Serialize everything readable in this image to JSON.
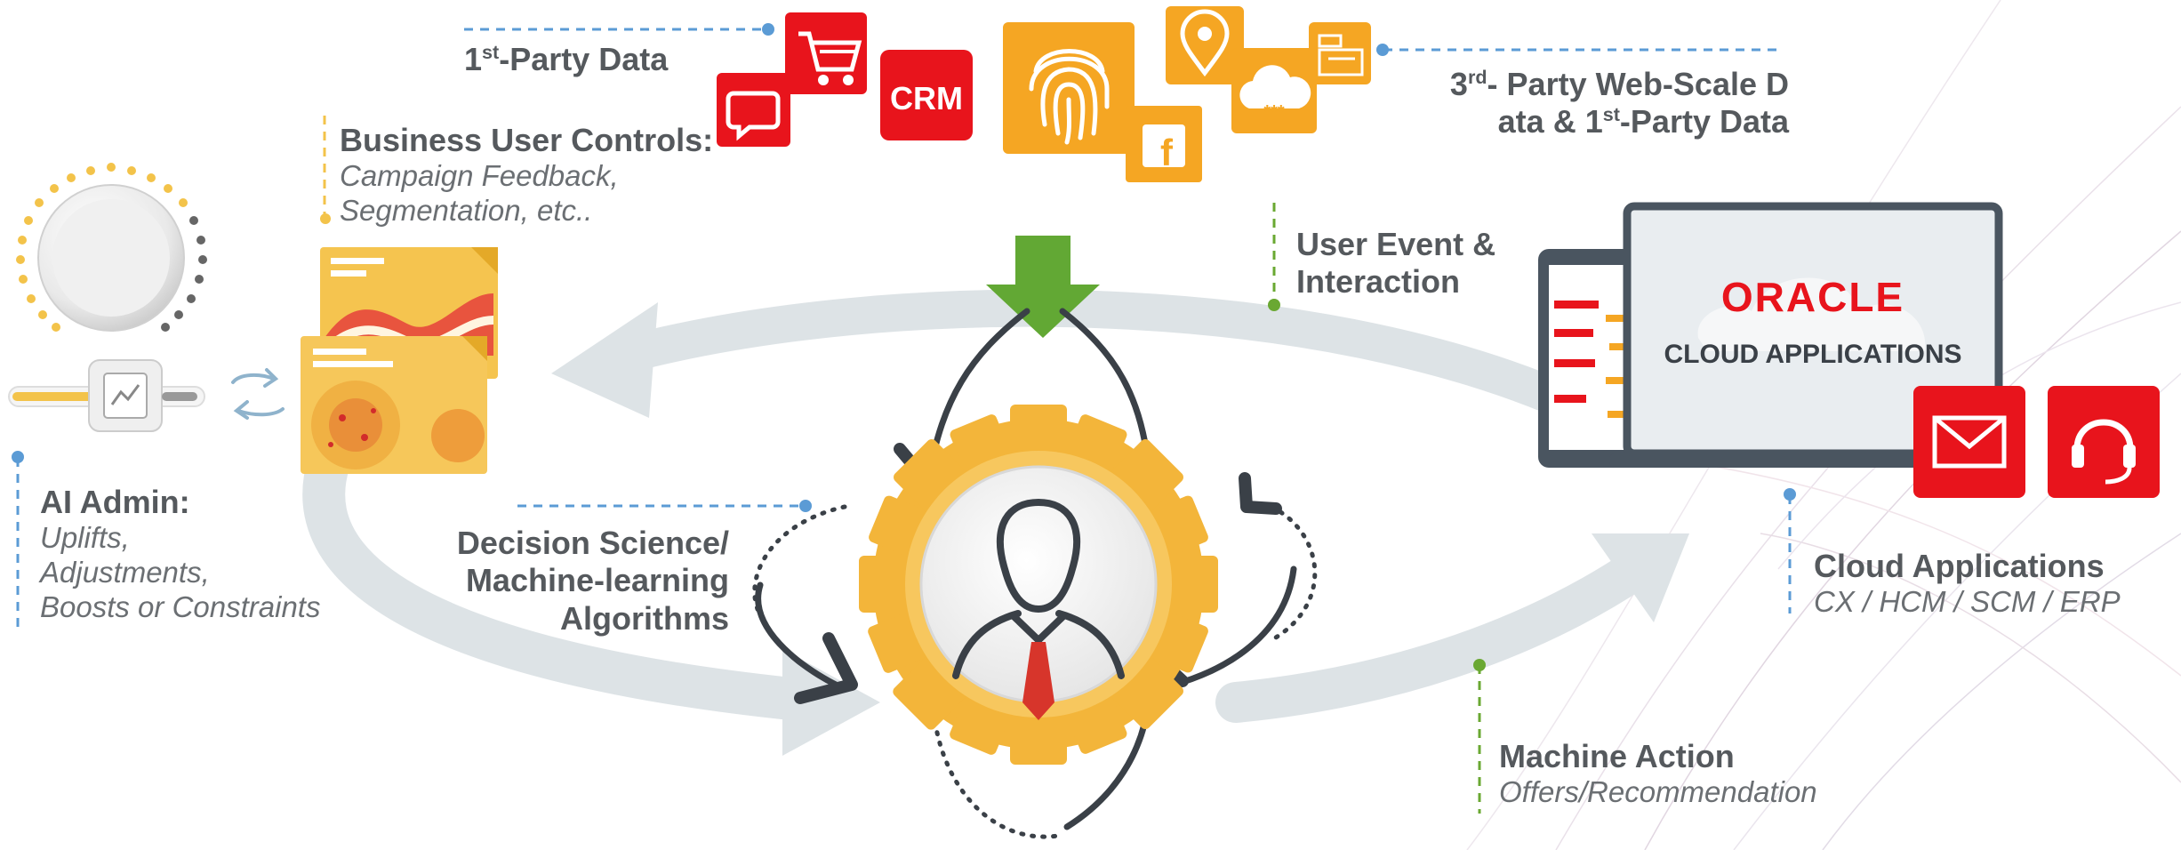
{
  "labels": {
    "first_party": {
      "base": "1",
      "sup": "st",
      "rest": "-Party Data"
    },
    "third_party": {
      "line1_base": "3",
      "line1_sup": "rd",
      "line1_rest": "- Party Web-Scale D",
      "line2_base": "ata & 1",
      "line2_sup": "st",
      "line2_rest": "-Party Data"
    },
    "business_user": {
      "title": "Business User Controls:",
      "line1": "Campaign Feedback,",
      "line2": "Segmentation, etc.."
    },
    "user_event": {
      "line1": "User Event &",
      "line2": "Interaction"
    },
    "ai_admin": {
      "title": "AI Admin:",
      "line1": "Uplifts,",
      "line2": "Adjustments,",
      "line3": "Boosts or Constraints"
    },
    "decision_science": {
      "line1": "Decision Science/",
      "line2": "Machine-learning",
      "line3": "Algorithms"
    },
    "cloud_apps": {
      "title": "Cloud Applications",
      "subtitle": "CX / HCM / SCM / ERP"
    },
    "machine_action": {
      "title": "Machine Action",
      "subtitle": "Offers/Recommendation"
    }
  },
  "tiles": {
    "crm": "CRM",
    "facebook": "f",
    "cloud_stars": "***"
  },
  "oracle": {
    "logo": "ORACLE",
    "product": "CLOUD APPLICATIONS"
  },
  "icons": [
    "chat-bubble-icon",
    "shopping-cart-icon",
    "crm-icon",
    "fingerprint-icon",
    "facebook-icon",
    "location-pin-icon",
    "cloud-password-icon",
    "cash-register-icon",
    "control-knob-icon",
    "slider-icon",
    "refresh-arrows-icon",
    "dashboard-reports-icon",
    "down-arrow-icon",
    "gear-icon",
    "person-icon",
    "tablet-icon",
    "laptop-icon",
    "email-icon",
    "headset-icon"
  ],
  "colors": {
    "red": "#e8141c",
    "orange": "#f5a623",
    "yellow": "#f3c34a",
    "green": "#6aa832",
    "blue_dash": "#5b9bd5",
    "gray_arrow": "#dde3e6",
    "dark": "#3a4047",
    "text": "#55595d"
  }
}
